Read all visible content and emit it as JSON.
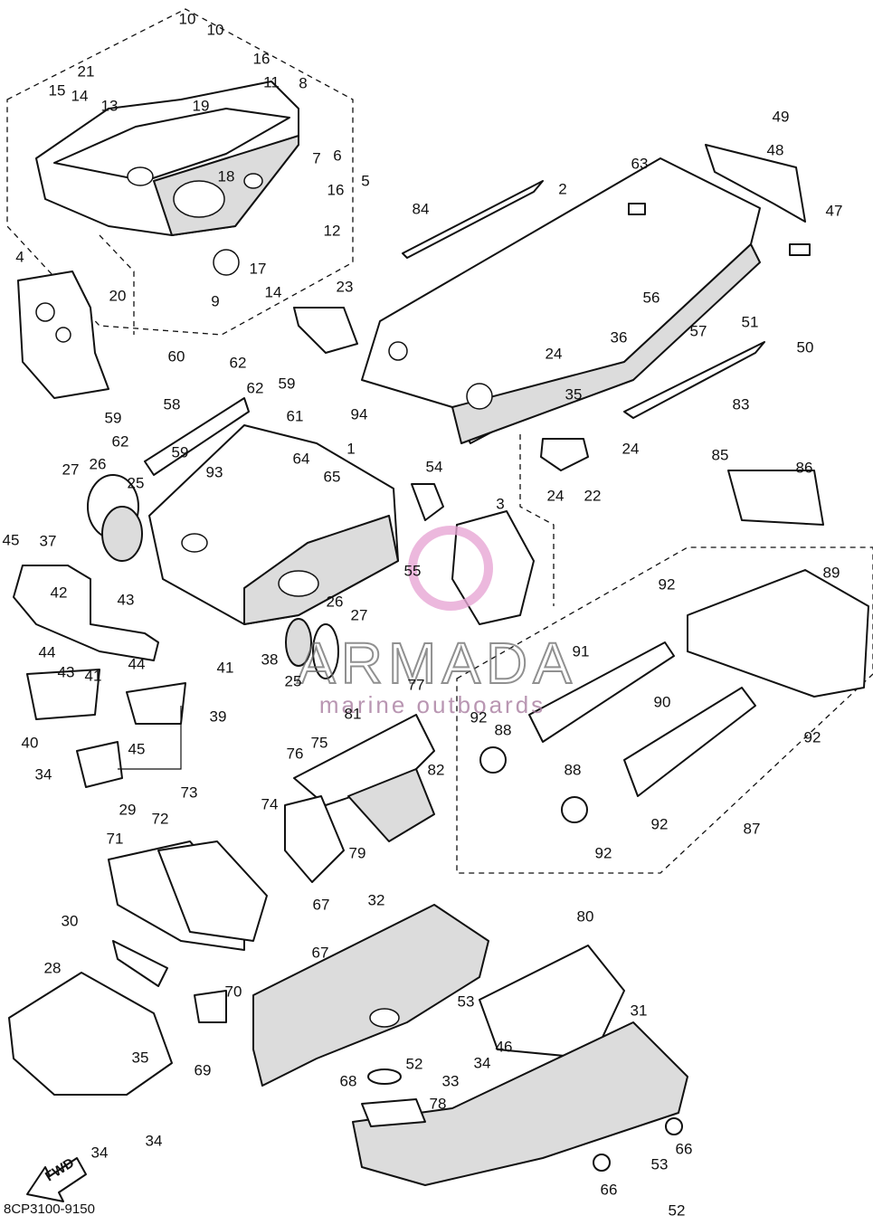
{
  "diagram": {
    "drawing_code": "8CP3100-9150",
    "fwd_label": "FWD",
    "watermark": {
      "brand": "ARMADA",
      "tagline": "marine outboards"
    },
    "callouts": [
      "1",
      "2",
      "3",
      "4",
      "5",
      "6",
      "7",
      "8",
      "9",
      "10",
      "10",
      "11",
      "12",
      "13",
      "14",
      "14",
      "15",
      "16",
      "16",
      "17",
      "18",
      "19",
      "20",
      "21",
      "22",
      "23",
      "24",
      "24",
      "24",
      "25",
      "25",
      "26",
      "26",
      "27",
      "27",
      "28",
      "29",
      "30",
      "31",
      "32",
      "33",
      "34",
      "34",
      "34",
      "34",
      "35",
      "35",
      "36",
      "37",
      "38",
      "39",
      "40",
      "41",
      "41",
      "42",
      "43",
      "43",
      "44",
      "44",
      "45",
      "45",
      "46",
      "47",
      "48",
      "49",
      "50",
      "51",
      "52",
      "52",
      "53",
      "53",
      "54",
      "55",
      "56",
      "57",
      "58",
      "59",
      "59",
      "59",
      "60",
      "61",
      "62",
      "62",
      "62",
      "63",
      "64",
      "65",
      "66",
      "66",
      "67",
      "67",
      "68",
      "69",
      "70",
      "71",
      "72",
      "73",
      "74",
      "75",
      "76",
      "77",
      "78",
      "79",
      "80",
      "81",
      "82",
      "83",
      "84",
      "85",
      "86",
      "87",
      "88",
      "88",
      "89",
      "90",
      "91",
      "92",
      "92",
      "92",
      "92",
      "92",
      "93",
      "94"
    ]
  }
}
